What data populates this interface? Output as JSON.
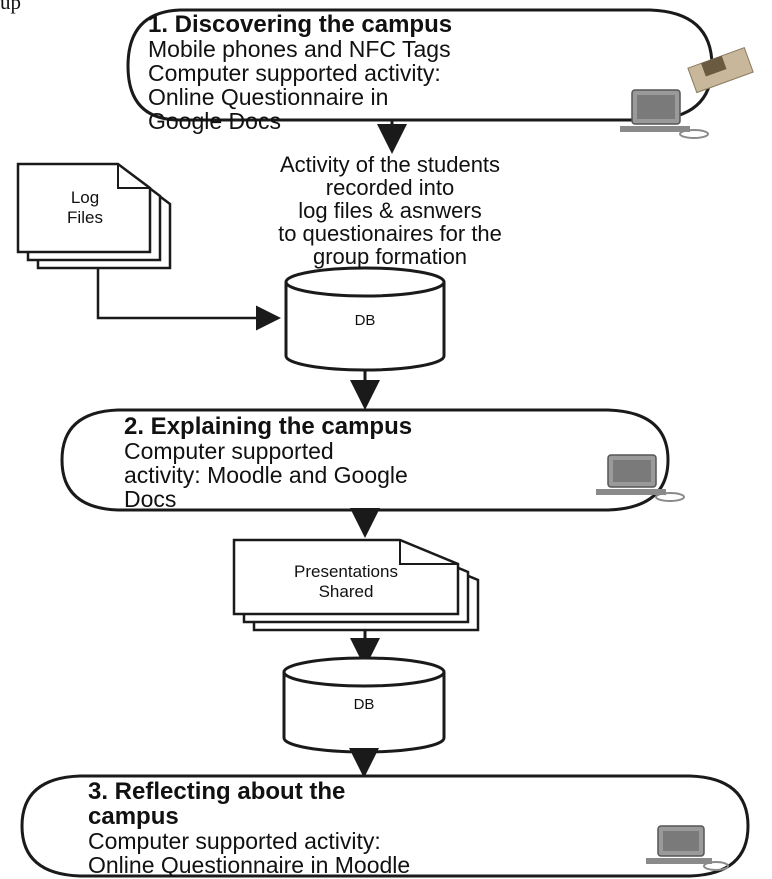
{
  "top_caption": "up",
  "stage1": {
    "title": "1. Discovering the campus",
    "lines": [
      "Mobile phones and NFC Tags",
      "Computer supported activity:",
      "Online Questionnaire in",
      "Google Docs"
    ],
    "icon": "computer-icon"
  },
  "activity_text": [
    "Activity of the students",
    "recorded into",
    "log files & asnwers",
    "to questionaires for the",
    "group formation"
  ],
  "log_files": {
    "lines": [
      "Log",
      "Files"
    ],
    "icon": "document-stack-icon"
  },
  "db1": {
    "label": "DB",
    "icon": "database-icon"
  },
  "stage2": {
    "title": "2. Explaining the campus",
    "lines": [
      "Computer supported",
      "activity: Moodle and Google",
      "Docs"
    ],
    "icon": "computer-icon"
  },
  "presentations": {
    "lines": [
      "Presentations",
      "Shared"
    ],
    "icon": "document-stack-icon"
  },
  "db2": {
    "label": "DB",
    "icon": "database-icon"
  },
  "stage3": {
    "title_lines": [
      "3. Reflecting about the",
      "campus"
    ],
    "lines": [
      "Computer supported activity:",
      "Online Questionnaire in Moodle"
    ],
    "icon": "computer-icon"
  },
  "colors": {
    "stroke": "#1a1a1a",
    "fill": "#ffffff",
    "icon": "#8a8a8a"
  }
}
